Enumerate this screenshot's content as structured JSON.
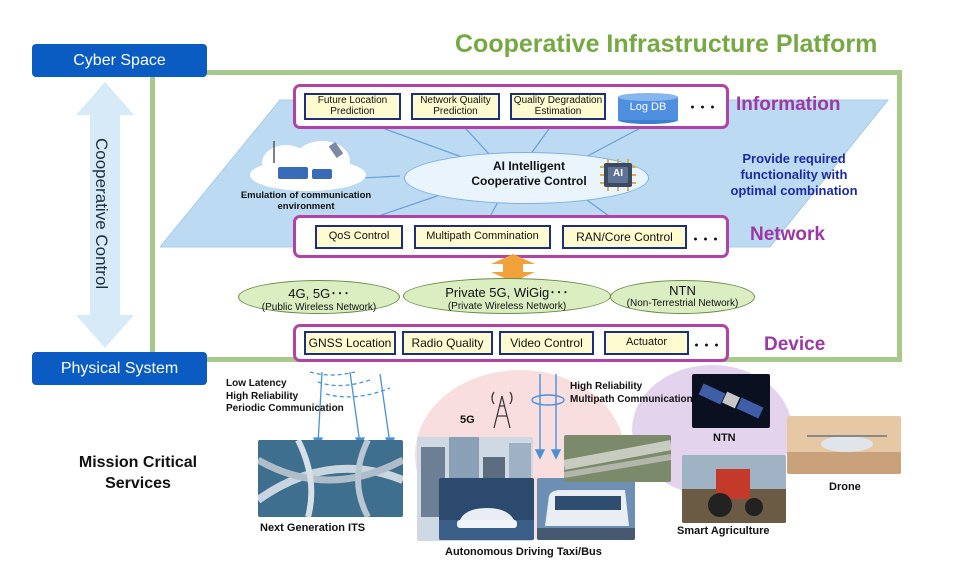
{
  "title": "Cooperative Infrastructure Platform",
  "cyber_space": "Cyber Space",
  "physical_system": "Physical System",
  "cooperative_control": "Cooperative Control",
  "information": {
    "label": "Information",
    "items": [
      "Future Location Prediction",
      "Network Quality Prediction",
      "Quality Degradation Estimation"
    ],
    "db": "Log DB",
    "more": "･･･"
  },
  "ai": {
    "line1": "AI Intelligent",
    "line2": "Cooperative Control",
    "chip": "AI"
  },
  "emulation": {
    "line1": "Emulation of communication",
    "line2": "environment"
  },
  "provide": {
    "line1": "Provide required",
    "line2": "functionality with",
    "line3": "optimal combination"
  },
  "network": {
    "label": "Network",
    "items": [
      "QoS Control",
      "Multipath Commination",
      "RAN/Core Control"
    ],
    "more": "･･･"
  },
  "wireless": {
    "public": {
      "name": "4G, 5G･･･",
      "sub": "(Public Wireless Network)"
    },
    "private": {
      "name": "Private 5G, WiGig･･･",
      "sub": "(Private Wireless Network)"
    },
    "ntn": {
      "name": "NTN",
      "sub": "(Non-Terrestrial Network)"
    }
  },
  "device": {
    "label": "Device",
    "items": [
      "GNSS Location",
      "Radio Quality",
      "Video Control",
      "Actuator"
    ],
    "more": "･･･"
  },
  "mission": {
    "line1": "Mission Critical",
    "line2": "Services"
  },
  "lowlatency": [
    "Low Latency",
    "High Reliability",
    "Periodic Communication"
  ],
  "highrel": [
    "High Reliability",
    "Multipath Communication"
  ],
  "labels": {
    "five_g": "5G",
    "ntn": "NTN",
    "drone": "Drone",
    "its": "Next Generation ITS",
    "taxi": "Autonomous Driving Taxi/Bus",
    "agri": "Smart Agriculture"
  },
  "colors": {
    "title_green": "#76a844",
    "blue": "#0b5cc2",
    "purple": "#9b38a3",
    "navy": "#1d2aa0"
  }
}
